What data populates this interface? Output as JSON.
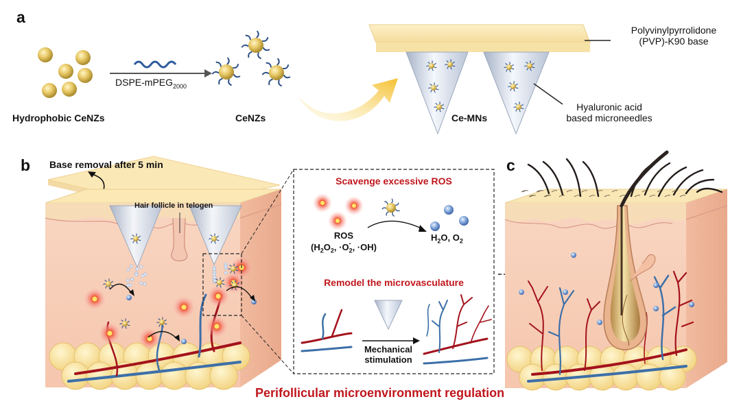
{
  "panels": {
    "a": "a",
    "b": "b",
    "c": "c"
  },
  "panel_a": {
    "hydrophobic_label": "Hydrophobic CeNZs",
    "reagent_label": "DSPE-mPEG",
    "reagent_subscript": "2000",
    "cenzs_label": "CeNZs",
    "ce_mns_label": "Ce-MNs",
    "pvp_base_line1": "Polyvinylpyrrolidone",
    "pvp_base_line2": "(PVP)-K90 base",
    "ha_line1": "Hyaluronic acid",
    "ha_line2": "based microneedles"
  },
  "panel_b": {
    "base_removal": "Base removal after 5 min",
    "hair_follicle": "Hair follicle in telogen"
  },
  "inset": {
    "scavenge_title": "Scavenge excessive ROS",
    "ros_label": "ROS",
    "ros_species": {
      "pre": "(H",
      "s1": "2",
      "mid1": "O",
      "s2": "2",
      "mid2": ", ·O",
      "s3": "2",
      "sup": "-",
      "post": ", ·OH)"
    },
    "products": {
      "h": "H",
      "s1": "2",
      "o": "O, O",
      "s2": "2"
    },
    "remodel_title": "Remodel the microvasculature",
    "mech_line1": "Mechanical",
    "mech_line2": "stimulation"
  },
  "caption": "Perifollicular microenvironment regulation",
  "colors": {
    "accent_red": "#c0161c",
    "skin": "#f8d2bc",
    "base": "#fbe8b4",
    "vessel_red": "#a3121c",
    "vessel_blue": "#3c6fa8",
    "nano_gold": "#e3c35e"
  }
}
